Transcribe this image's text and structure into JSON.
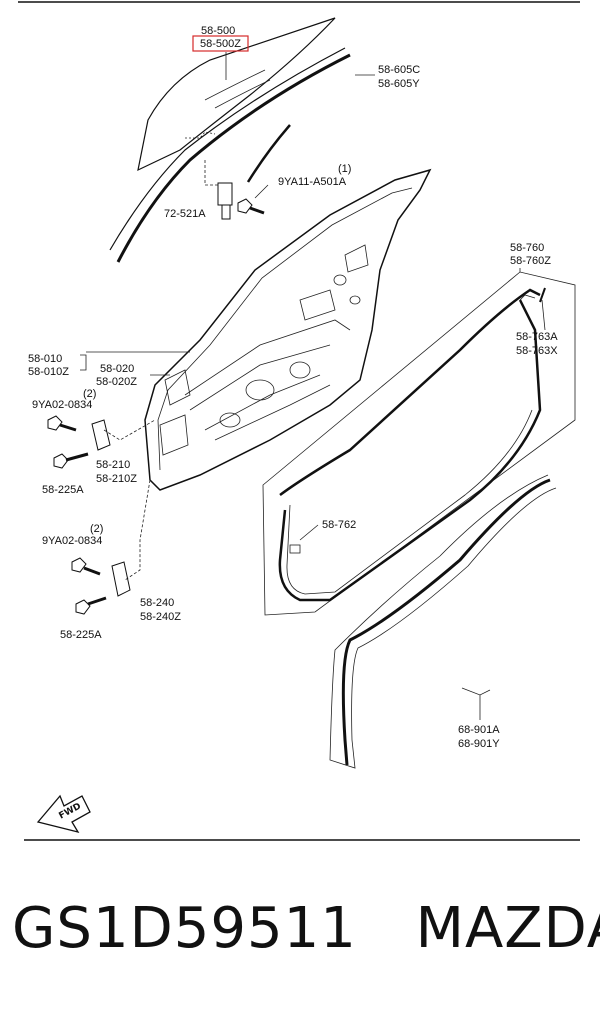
{
  "highlight_color": "#d62a2a",
  "labels": {
    "glass_1": "58-500",
    "glass_2": "58-500Z",
    "channel_1": "58-605C",
    "channel_2": "58-605Y",
    "bolt_qty": "(1)",
    "bolt_1": "9YA11-A501A",
    "clip": "72-521A",
    "door_1": "58-010",
    "door_2": "58-010Z",
    "hinge_frame_1": "58-020",
    "hinge_frame_2": "58-020Z",
    "bolt2_qty": "(2)",
    "bolt2": "9YA02-0834",
    "hinge_upper_1": "58-210",
    "hinge_upper_2": "58-210Z",
    "bolt3_upper": "58-225A",
    "bolt4_qty": "(2)",
    "bolt4": "9YA02-0834",
    "hinge_lower_1": "58-240",
    "hinge_lower_2": "58-240Z",
    "bolt3_lower": "58-225A",
    "weather_1": "58-760",
    "weather_2": "58-760Z",
    "clip2_1": "58-763A",
    "clip2_2": "58-763X",
    "seal": "58-762",
    "strip_1": "68-901A",
    "strip_2": "68-901Y",
    "fwd": "FWD"
  },
  "caption": {
    "part_number": "GS1D59511",
    "brand": "MAZDA"
  }
}
